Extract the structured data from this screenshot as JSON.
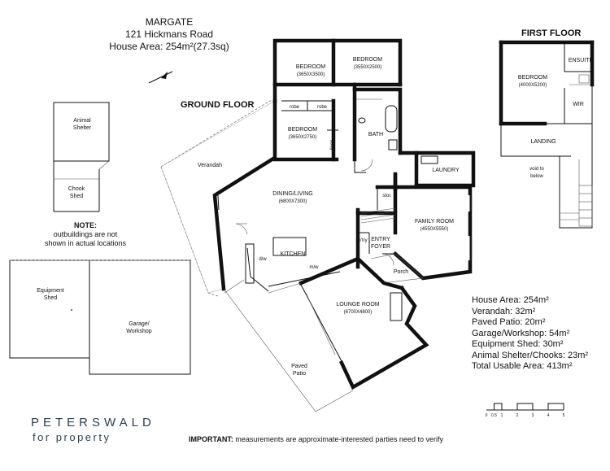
{
  "header": {
    "title": "MARGATE",
    "address": "121 Hickmans Road",
    "house_area": "House Area: 254m²(27.3sq)"
  },
  "floors": {
    "ground": "GROUND FLOOR",
    "first": "FIRST FLOOR"
  },
  "rooms": {
    "bedroom1": {
      "name": "BEDROOM",
      "dims": "(3650X3500)"
    },
    "bedroom2": {
      "name": "BEDROOM",
      "dims": "(3550X2500)"
    },
    "bedroom3": {
      "name": "BEDROOM",
      "dims": "(3650X2750)"
    },
    "robe1": "robe",
    "robe2": "robe",
    "linen": "linen",
    "bath": "BATH",
    "laundry": "LAUNDRY",
    "stor": "stor.",
    "dining": {
      "name": "DINING/LIVING",
      "dims": "(6800X7300)"
    },
    "kitchen": "KITCHEN",
    "dw": "d/w",
    "mw": "m/w",
    "pantry": "p'try",
    "entry": "ENTRY",
    "foyer": "FOYER",
    "family": {
      "name": "FAMILY ROOM",
      "dims": "(4550X5550)"
    },
    "porch": "Porch",
    "lounge": {
      "name": "LOUNGE ROOM",
      "dims": "(6700X4800)"
    },
    "verandah": "Verandah",
    "paved": "Paved",
    "patio": "Patio",
    "first_bedroom": {
      "name": "BEDROOM",
      "dims": "(4000X5200)"
    },
    "ensuite": "ENSUITE",
    "wir": "WIR",
    "landing": "LANDING",
    "void1": "void to",
    "void2": "below"
  },
  "outbuildings": {
    "animal1": "Animal",
    "animal2": "Shelter",
    "chook1": "Chook",
    "chook2": "Shed",
    "equip1": "Equipment",
    "equip2": "Shed",
    "garage1": "Garage/",
    "garage2": "Workshop"
  },
  "note": {
    "title": "NOTE:",
    "line1": "outbuildings are not",
    "line2": "shown in actual locations"
  },
  "areas": [
    "House Area: 254m²",
    "Verandah: 32m²",
    "Paved Patio: 20m²",
    "Garage/Workshop: 54m²",
    "Equipment Shed: 30m²",
    "Animal Shelter/Chooks: 23m²",
    "Total Usable Area: 413m²"
  ],
  "scale": {
    "labels": [
      "0",
      "0.5",
      "1",
      "2",
      "3",
      "4",
      "5"
    ],
    "values": [
      0,
      0.5,
      1,
      2,
      3,
      4,
      5
    ]
  },
  "brand": {
    "line1": "PETERSWALD",
    "line2": "for property"
  },
  "important": {
    "bold": "IMPORTANT:",
    "text": " measurements are approximate-interested parties need to verify"
  }
}
